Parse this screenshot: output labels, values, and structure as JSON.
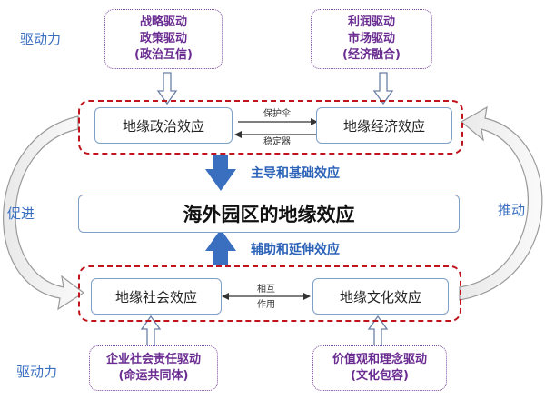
{
  "labels": {
    "top_driver": "驱动力",
    "bottom_driver": "驱动力",
    "promote": "促进",
    "push": "推动"
  },
  "drivers": {
    "top_left": [
      "战略驱动",
      "政策驱动",
      "(政治互信)"
    ],
    "top_right": [
      "利润驱动",
      "市场驱动",
      "(经济融合)"
    ],
    "bottom_left": [
      "企业社会责任驱动",
      "(命运共同体)"
    ],
    "bottom_right": [
      "价值观和理念驱动",
      "(文化包容)"
    ]
  },
  "effects": {
    "political": "地缘政治效应",
    "economic": "地缘经济效应",
    "social": "地缘社会效应",
    "cultural": "地缘文化效应"
  },
  "links": {
    "top_upper": "保护伞",
    "top_lower": "稳定器",
    "bottom_upper": "相互",
    "bottom_lower": "作用"
  },
  "center": {
    "title": "海外园区的地缘效应",
    "upper_effect": "主导和基础效应",
    "lower_effect": "辅助和延伸效应"
  },
  "colors": {
    "red_dash": "#c0141c",
    "purple": "#6a2c91",
    "blue_text": "#2c63b8",
    "arrow_blue": "#3a6fc0"
  }
}
